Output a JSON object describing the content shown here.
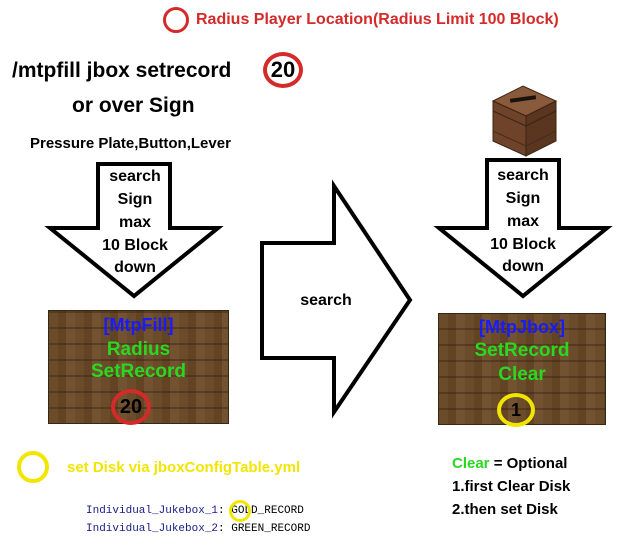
{
  "header": {
    "radius_note": "Radius Player Location(Radius Limit 100 Block)"
  },
  "left": {
    "command": "/mtpfill jbox setrecord",
    "command_number": "20",
    "or_sign": "or over Sign",
    "triggers": "Pressure Plate,Button,Lever",
    "arrow_lines": [
      "search",
      "Sign",
      "max",
      "10 Block",
      "down"
    ],
    "sign_lines": [
      "[MtpFill]",
      "Radius",
      "SetRecord"
    ],
    "sign_number": "20"
  },
  "middle": {
    "arrow_label": "search"
  },
  "right": {
    "arrow_lines": [
      "search",
      "Sign",
      "max",
      "10 Block",
      "down"
    ],
    "sign_lines": [
      "[MtpJbox]",
      "SetRecord",
      "Clear"
    ],
    "sign_number": "1"
  },
  "footer": {
    "disk_note": "set Disk via jboxConfigTable.yml",
    "config_lines": [
      {
        "key": "Individual_Jukebox_",
        "index": "1",
        "value": ": GOLD_RECORD"
      },
      {
        "key": "Individual_Jukebox_2",
        "index": "",
        "value": ": GREEN_RECORD"
      }
    ],
    "clear_word": "Clear",
    "clear_rest": " = Optional",
    "steps": [
      "1.first Clear Disk",
      "2.then set Disk"
    ]
  },
  "colors": {
    "red": "#d42a2a",
    "yellow": "#f2e600",
    "green": "#2ad820",
    "blue": "#1a1aff",
    "sign_wood": "#6b4c2a"
  },
  "icons": [
    "jukebox-icon",
    "down-arrow-left",
    "right-arrow",
    "down-arrow-right"
  ]
}
